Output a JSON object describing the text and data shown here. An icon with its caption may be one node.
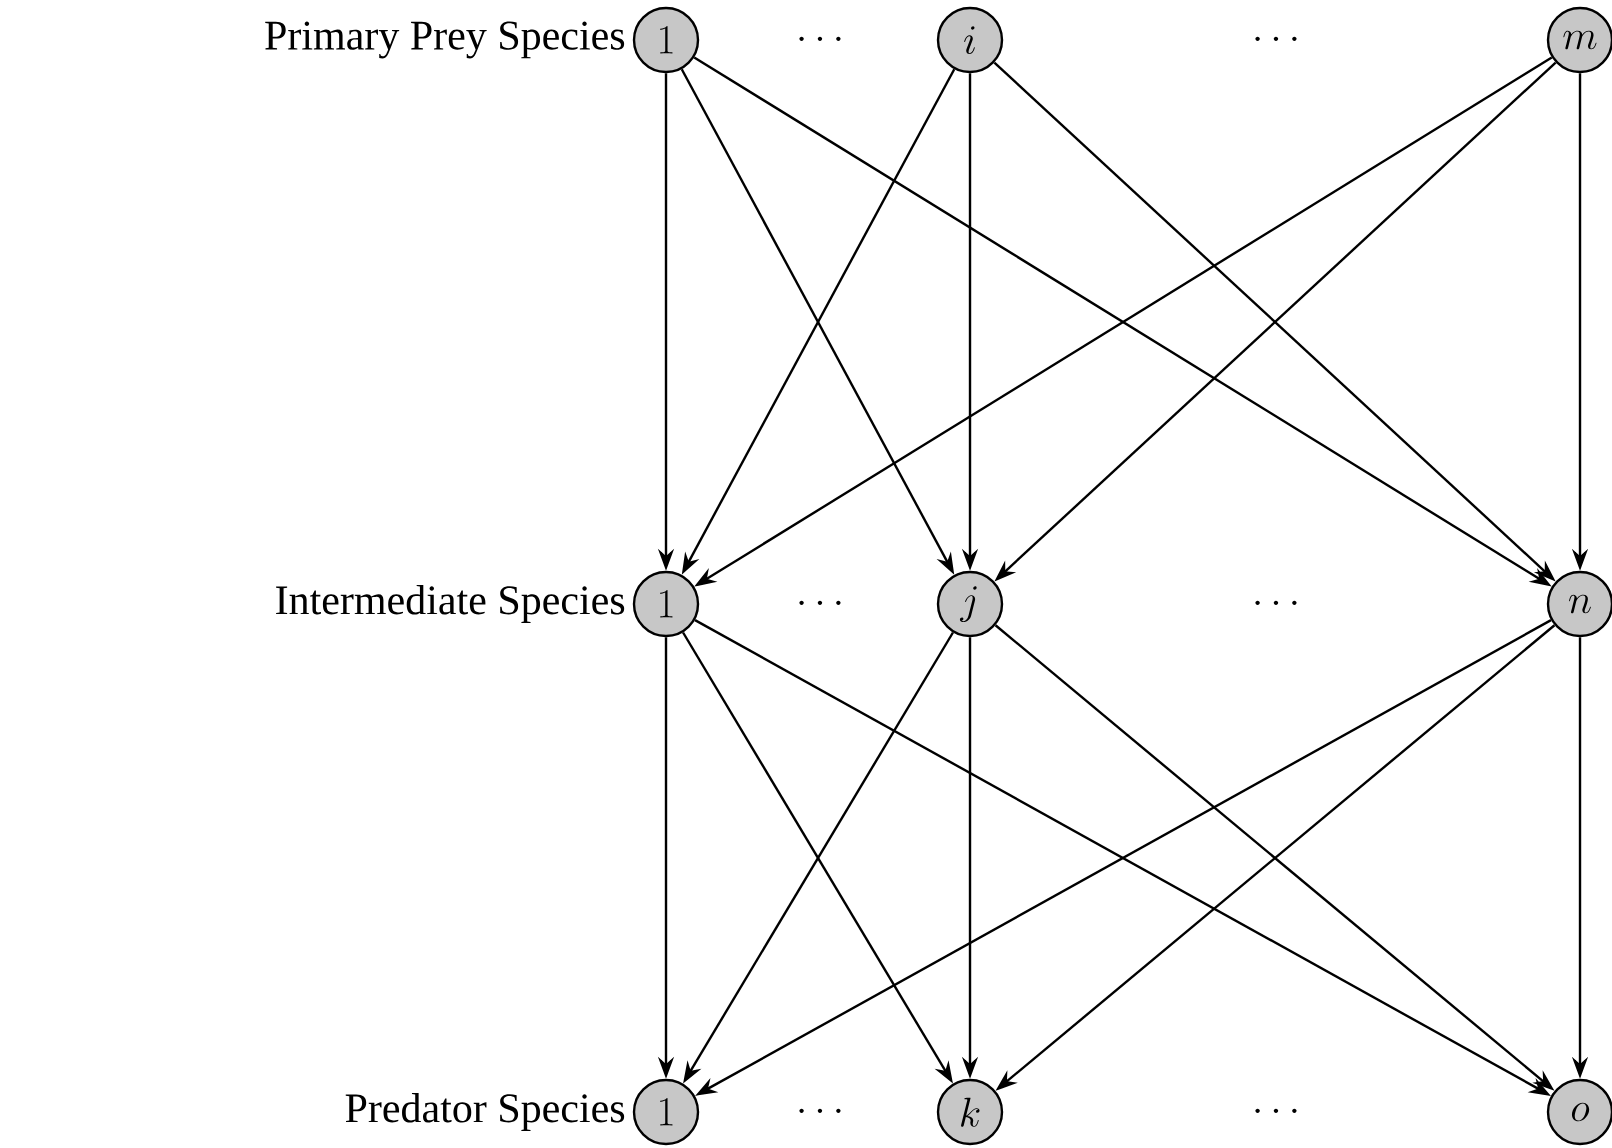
{
  "diagram": {
    "nodes": [
      {
        "text": [
          "1"
        ]
      },
      {
        "text": [
          "i"
        ]
      },
      {
        "text": [
          "m"
        ]
      },
      {
        "text": [
          "1"
        ]
      },
      {
        "text": [
          "j"
        ]
      },
      {
        "text": [
          "n"
        ]
      },
      {
        "text": [
          "1"
        ]
      },
      {
        "text": [
          "k"
        ]
      },
      {
        "text": [
          "o"
        ]
      }
    ],
    "edges": [
      {
        "from": 0,
        "to": 3,
        "arrow": "to"
      },
      {
        "from": 0,
        "to": 4,
        "arrow": "to"
      },
      {
        "from": 0,
        "to": 5,
        "arrow": "to"
      },
      {
        "from": 1,
        "to": 3,
        "arrow": "to"
      },
      {
        "from": 1,
        "to": 4,
        "arrow": "to"
      },
      {
        "from": 1,
        "to": 5,
        "arrow": "to"
      },
      {
        "from": 2,
        "to": 3,
        "arrow": "to"
      },
      {
        "from": 2,
        "to": 4,
        "arrow": "to"
      },
      {
        "from": 2,
        "to": 5,
        "arrow": "to"
      },
      {
        "from": 3,
        "to": 6,
        "arrow": "to"
      },
      {
        "from": 3,
        "to": 7,
        "arrow": "to"
      },
      {
        "from": 3,
        "to": 8,
        "arrow": "to"
      },
      {
        "from": 4,
        "to": 6,
        "arrow": "to"
      },
      {
        "from": 4,
        "to": 7,
        "arrow": "to"
      },
      {
        "from": 4,
        "to": 8,
        "arrow": "to"
      },
      {
        "from": 5,
        "to": 6,
        "arrow": "to"
      },
      {
        "from": 5,
        "to": 7,
        "arrow": "to"
      },
      {
        "from": 5,
        "to": 8,
        "arrow": "to"
      }
    ],
    "labels": [
      "Primary Prey Species",
      "\\cdots",
      "\\cdots",
      "Intermediate Species",
      "\\cdots",
      "\\cdots",
      "Predator Species",
      "\\cdots",
      "\\cdots"
    ]
  }
}
